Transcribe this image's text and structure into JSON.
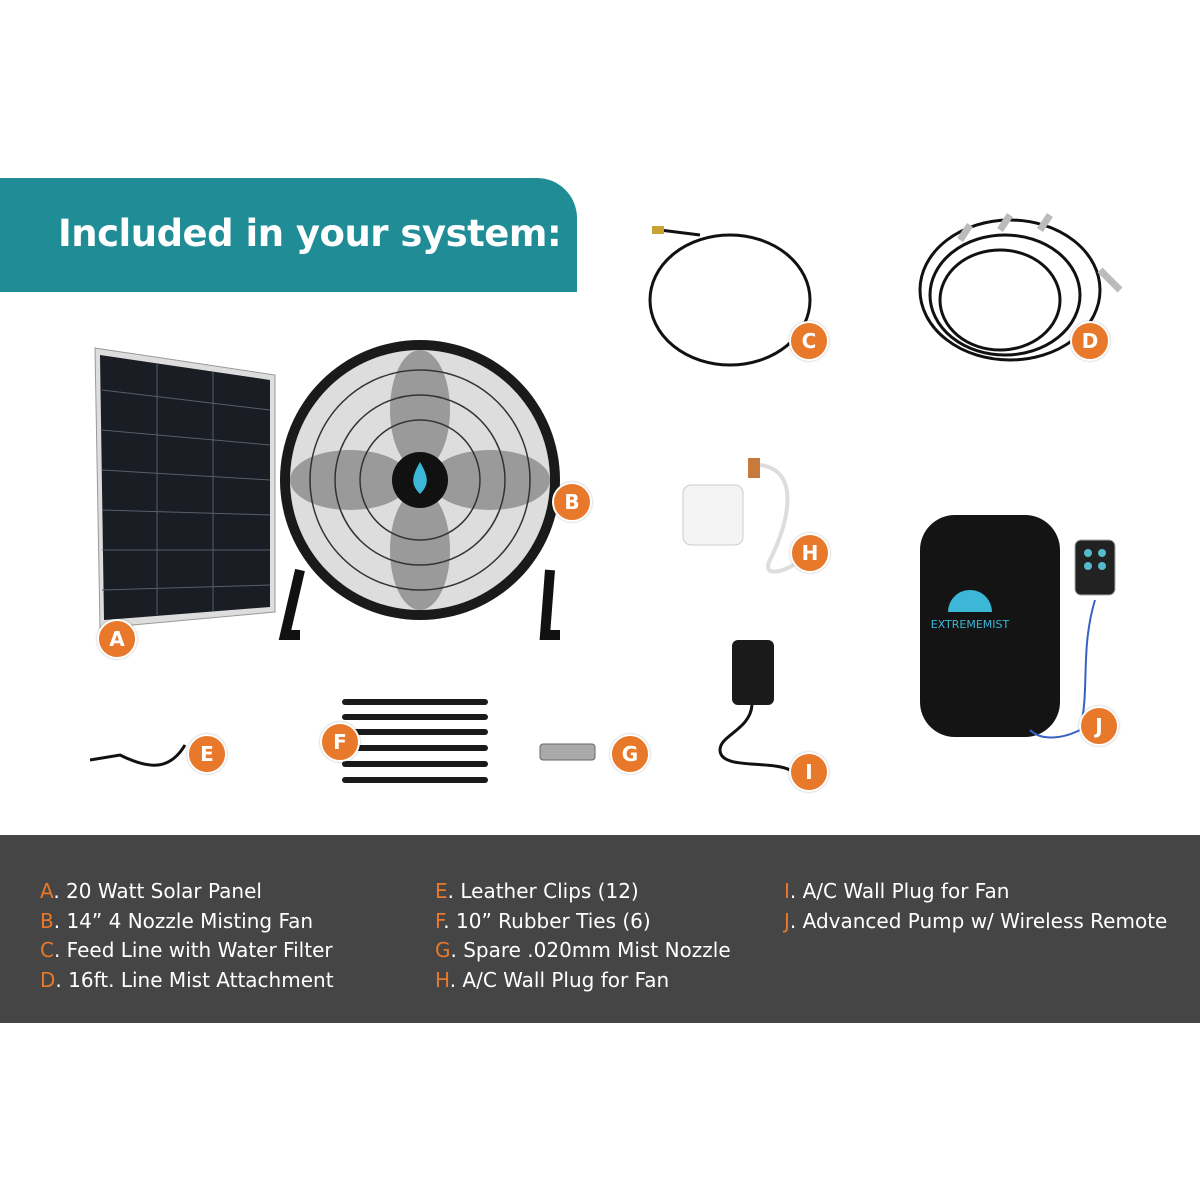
{
  "header": {
    "title": "Included in your system:"
  },
  "colors": {
    "banner": "#1f8c96",
    "badge": "#e8782a",
    "band": "#454545"
  },
  "pump_logo": "EXTREMEMIST",
  "badges": [
    "A",
    "B",
    "C",
    "D",
    "E",
    "F",
    "G",
    "H",
    "I",
    "J"
  ],
  "legend": {
    "columns": [
      [
        {
          "letter": "A",
          "text": ". 20 Watt Solar Panel"
        },
        {
          "letter": "B",
          "text": ". 14” 4 Nozzle Misting Fan"
        },
        {
          "letter": "C",
          "text": ". Feed Line with Water Filter"
        },
        {
          "letter": "D",
          "text": ". 16ft. Line Mist Attachment"
        }
      ],
      [
        {
          "letter": "E",
          "text": ". Leather Clips (12)"
        },
        {
          "letter": "F",
          "text": ". 10” Rubber Ties (6)"
        },
        {
          "letter": "G",
          "text": ". Spare .020mm Mist Nozzle"
        },
        {
          "letter": "H",
          "text": ". A/C Wall Plug for Fan"
        }
      ],
      [
        {
          "letter": "I",
          "text": ". A/C Wall Plug for Fan"
        },
        {
          "letter": "J",
          "text": ". Advanced Pump w/ Wireless Remote"
        }
      ]
    ]
  }
}
